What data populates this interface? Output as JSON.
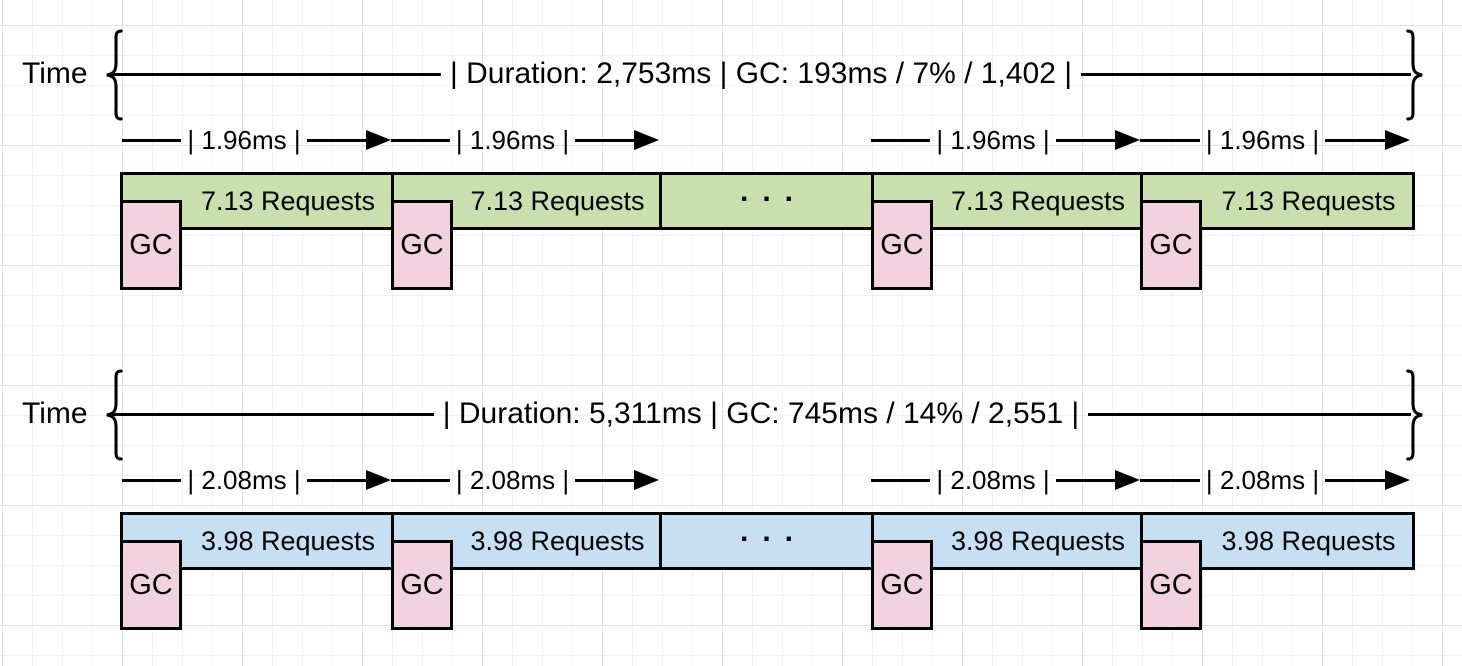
{
  "diagram": {
    "line_color": "#000000",
    "gc_box_color": "#f2d2de",
    "timelines": [
      {
        "time_label": "Time",
        "duration_text": "| Duration: 2,753ms | GC: 193ms / 7% / 1,402 |",
        "interval_text": "| 1.96ms |",
        "requests_text": "7.13 Requests",
        "ellipsis_text": "...",
        "gc_text": "GC",
        "bar_color": "#c9dfad",
        "gc_color": "#f2d2de"
      },
      {
        "time_label": "Time",
        "duration_text": "| Duration: 5,311ms | GC: 745ms / 14% / 2,551 |",
        "interval_text": "| 2.08ms |",
        "requests_text": "3.98 Requests",
        "ellipsis_text": "...",
        "gc_text": "GC",
        "bar_color": "#c6dff2",
        "gc_color": "#f2d2de"
      }
    ]
  }
}
